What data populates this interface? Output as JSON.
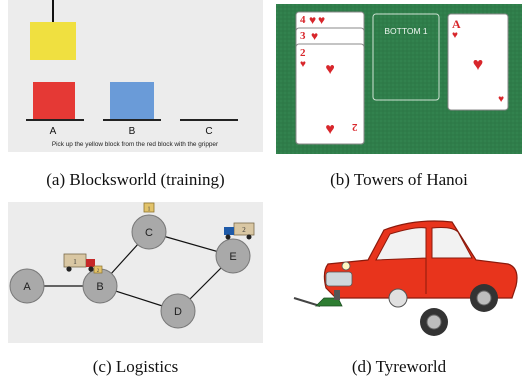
{
  "figure": {
    "captions": {
      "a": "(a)  Blocksworld (training)",
      "b": "(b)  Towers of Hanoi",
      "c": "(c)  Logistics",
      "d": "(d)  Tyreworld"
    },
    "blocksworld": {
      "labels": [
        "A",
        "B",
        "C"
      ],
      "instruction": "Pick up the yellow block from the red block with the gripper",
      "colors": {
        "yellow": "#f0e040",
        "red": "#e53935",
        "blue": "#6a9bd8",
        "background": "#ececec"
      }
    },
    "hanoi": {
      "stack_cards": [
        {
          "rank": "4",
          "suit": "♥"
        },
        {
          "rank": "3",
          "suit": "♥"
        },
        {
          "rank": "2",
          "suit": "♥"
        }
      ],
      "bottom_label": "BOTTOM 1",
      "right_card": {
        "rank": "A",
        "suit": "♥"
      },
      "colors": {
        "felt": "#2f7d4a",
        "heart": "#d8262b"
      }
    },
    "logistics": {
      "nodes": [
        "A",
        "B",
        "C",
        "D",
        "E"
      ],
      "truck_labels": [
        "1",
        "2"
      ],
      "package_labels": [
        "1",
        "2"
      ],
      "colors": {
        "node": "#a9a9a9",
        "background": "#ececec"
      }
    },
    "tyreworld": {
      "colors": {
        "car": "#e8341c",
        "tyre": "#333333",
        "jack": "#2e7d32"
      }
    }
  }
}
